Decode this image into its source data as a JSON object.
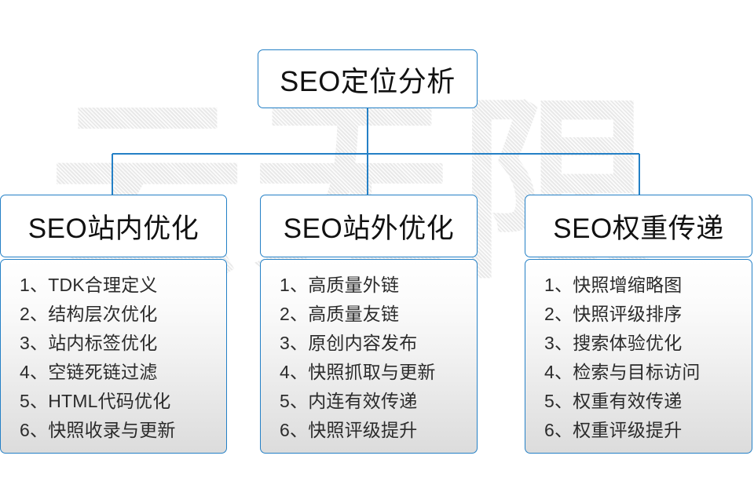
{
  "diagram": {
    "root": {
      "label": "SEO定位分析"
    },
    "watermark": {
      "text": "云无限"
    },
    "accent_color": "#2480c6",
    "text_color": "#111111",
    "columns": [
      {
        "header": "SEO站内优化",
        "items": [
          "1、TDK合理定义",
          "2、结构层次优化",
          "3、站内标签优化",
          "4、空链死链过滤",
          "5、HTML代码优化",
          "6、快照收录与更新"
        ]
      },
      {
        "header": "SEO站外优化",
        "items": [
          "1、高质量外链",
          "2、高质量友链",
          "3、原创内容发布",
          "4、快照抓取与更新",
          "5、内连有效传递",
          "6、快照评级提升"
        ]
      },
      {
        "header": "SEO权重传递",
        "items": [
          "1、快照增缩略图",
          "2、快照评级排序",
          "3、搜索体验优化",
          "4、检索与目标访问",
          "5、权重有效传递",
          "6、权重评级提升"
        ]
      }
    ]
  }
}
